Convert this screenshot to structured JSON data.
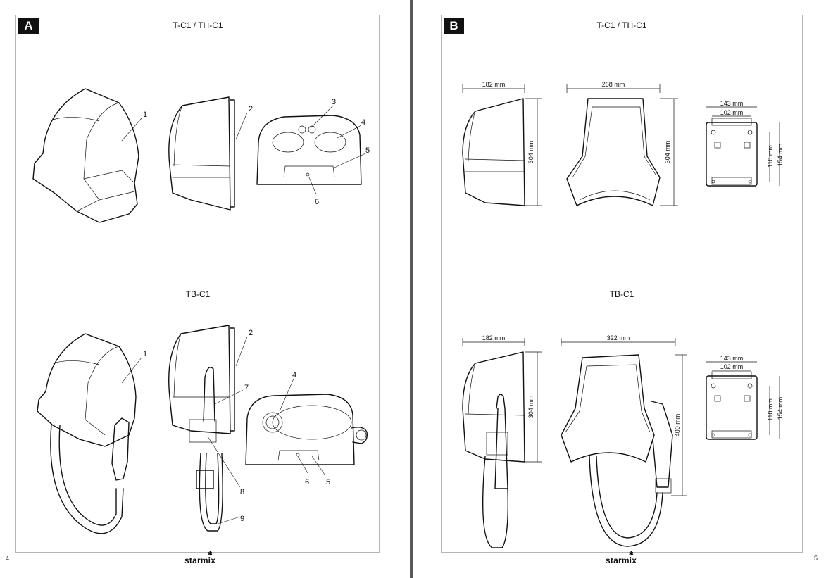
{
  "left_page": {
    "badge": "A",
    "top_title": "T-C1 / TH-C1",
    "bottom_title": "TB-C1",
    "page_number": "4",
    "logo": "starmix",
    "top_callouts": [
      "1",
      "2",
      "3",
      "4",
      "5",
      "6"
    ],
    "bottom_callouts": [
      "1",
      "2",
      "7",
      "8",
      "9",
      "4",
      "6",
      "5"
    ]
  },
  "right_page": {
    "badge": "B",
    "top_title": "T-C1 / TH-C1",
    "bottom_title": "TB-C1",
    "page_number": "5",
    "logo": "starmix",
    "top_dims": {
      "depth": "182 mm",
      "height_side": "304 mm",
      "width": "268 mm",
      "height_back": "304 mm",
      "plate_outer_w": "143 mm",
      "plate_inner_w": "102 mm",
      "plate_inner_h": "110 mm",
      "plate_outer_h": "154 mm"
    },
    "bottom_dims": {
      "depth": "182 mm",
      "height_side": "304 mm",
      "width": "322 mm",
      "height_back": "400 mm",
      "plate_outer_w": "143 mm",
      "plate_inner_w": "102 mm",
      "plate_inner_h": "110 mm",
      "plate_outer_h": "154 mm"
    }
  }
}
